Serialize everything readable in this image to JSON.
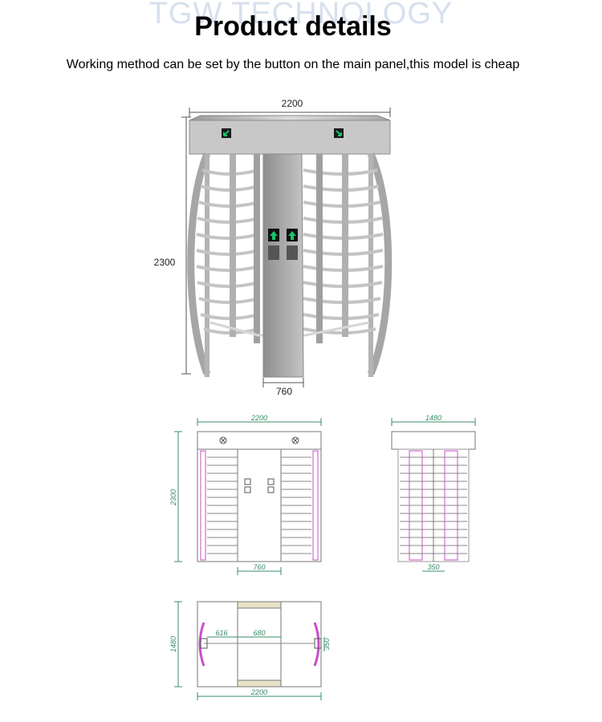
{
  "header": {
    "watermark": "TGW TECHNOLOGY",
    "title": "Product details",
    "subtitle": "Working method can be set by the button on the main panel,this model is cheap"
  },
  "render": {
    "dims": {
      "width": "2200",
      "height": "2300",
      "passage": "760"
    }
  },
  "front_view": {
    "dims": {
      "width": "2200",
      "height": "2300",
      "passage": "760"
    }
  },
  "side_view": {
    "dims": {
      "width": "1480",
      "gap": "350"
    }
  },
  "top_view": {
    "dims": {
      "depth": "1480",
      "arm": "616",
      "center": "680",
      "width": "2200",
      "gap": "350"
    }
  },
  "colors": {
    "arrow_green": "#19c46a",
    "cad_line": "#3a8d6a",
    "cad_pink": "#c84fc8",
    "metal": "#b9b9b9"
  }
}
